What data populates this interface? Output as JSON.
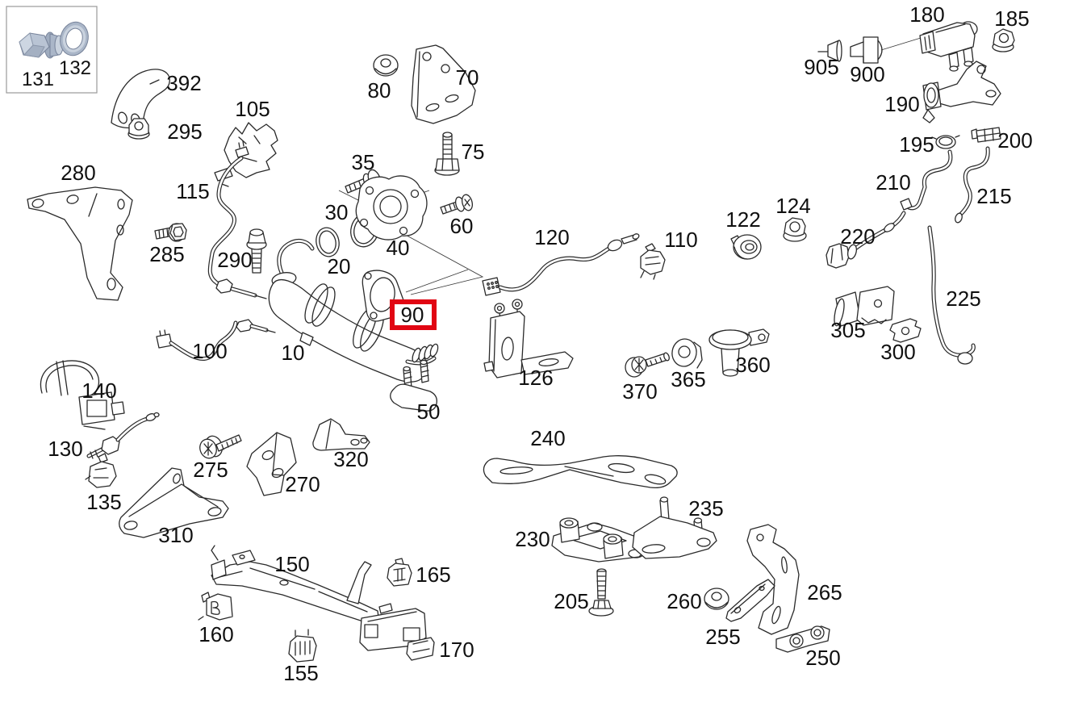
{
  "diagram_type": "exploded-parts-diagram",
  "subject": "exhaust catalytic converter assembly parts",
  "colors": {
    "background": "#ffffff",
    "line_art": "#2a2a2a",
    "highlight_red": "#e10613",
    "inset_border": "#9a9a9a",
    "inset_part_fill": "#aab6c8",
    "inset_part_light": "#c9d2de",
    "inset_part_stroke": "#77839a"
  },
  "highlight": {
    "part": "90",
    "shape": "red-box"
  },
  "part_labels": {
    "p131": "131",
    "p132": "132",
    "p392": "392",
    "p295": "295",
    "p105": "105",
    "p280": "280",
    "p115": "115",
    "p285": "285",
    "p290": "290",
    "p30": "30",
    "p20": "20",
    "p35": "35",
    "p40": "40",
    "p80": "80",
    "p70": "70",
    "p75": "75",
    "p60": "60",
    "p90": "90",
    "p120": "120",
    "p110": "110",
    "p122": "122",
    "p124": "124",
    "p180": "180",
    "p185": "185",
    "p905": "905",
    "p900": "900",
    "p190": "190",
    "p195": "195",
    "p200": "200",
    "p210": "210",
    "p215": "215",
    "p220": "220",
    "p225": "225",
    "p305": "305",
    "p300": "300",
    "p126": "126",
    "p100": "100",
    "p10": "10",
    "p50": "50",
    "p140": "140",
    "p130": "130",
    "p135": "135",
    "p275": "275",
    "p320": "320",
    "p270": "270",
    "p310": "310",
    "p150": "150",
    "p165": "165",
    "p160": "160",
    "p155": "155",
    "p170": "170",
    "p370": "370",
    "p365": "365",
    "p360": "360",
    "p240": "240",
    "p235": "235",
    "p230": "230",
    "p205": "205",
    "p260": "260",
    "p255": "255",
    "p265": "265",
    "p250": "250"
  }
}
